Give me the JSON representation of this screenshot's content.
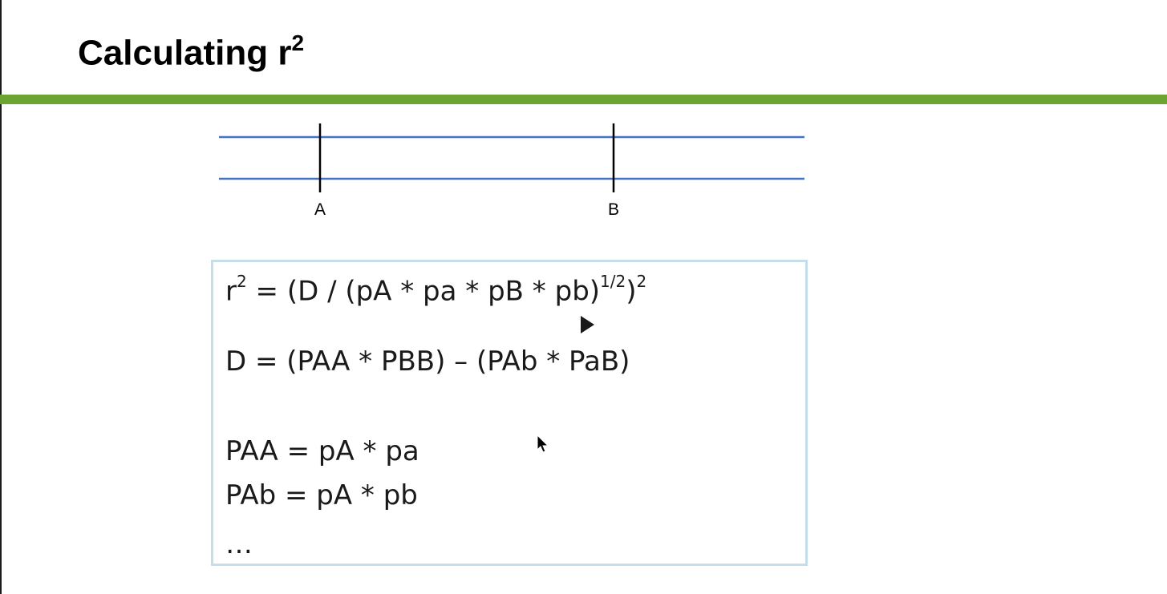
{
  "slide": {
    "title_text": "Calculating r",
    "title_superscript": "2"
  },
  "diagram": {
    "locus_labels": [
      "A",
      "B"
    ],
    "chromosome_color": "#4472c4",
    "marker_color": "#000000"
  },
  "formulas": {
    "r2": {
      "lhs": "r",
      "lhs_sup": "2",
      "body": " = (D / (pA * pa * pB * pb)",
      "inner_exp": "1/2",
      "close": ")",
      "outer_exp": "2"
    },
    "d_line": "D = (PAA * PBB) – (PAb * PaB)",
    "paa_line": "PAA = pA * pa",
    "pab_line": "PAb = pA * pb",
    "ellipsis": "…"
  },
  "colors": {
    "accent_bar": "#6aa433",
    "box_border": "#c4dfea"
  },
  "icons": {
    "play": "play-icon",
    "cursor": "mouse-pointer-icon"
  }
}
